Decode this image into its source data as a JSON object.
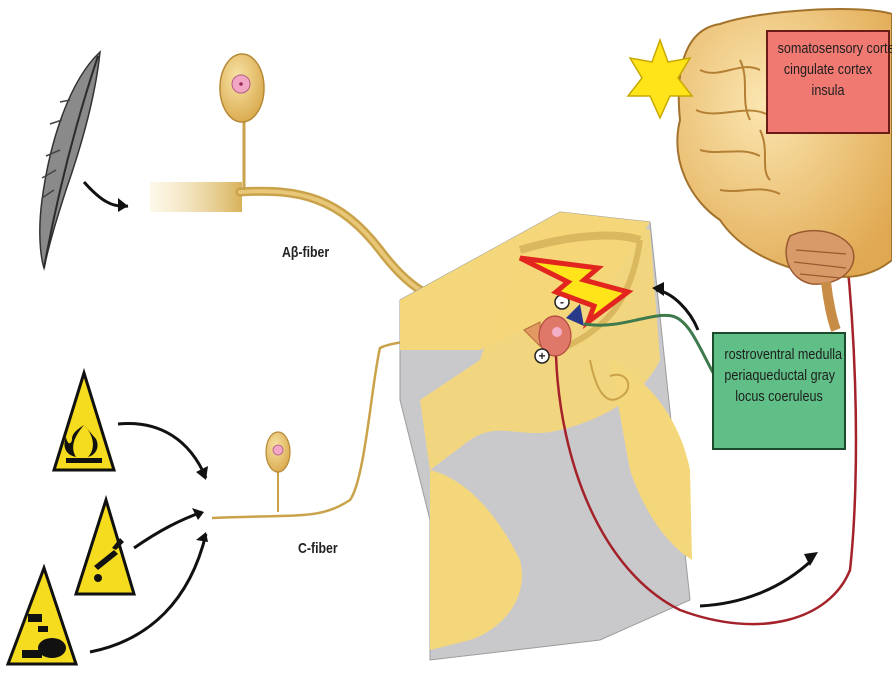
{
  "labels": {
    "abeta_fiber": "Aβ-fiber",
    "c_fiber": "C-fiber"
  },
  "brain_regions": [
    "somatosensory cortex",
    "cingulate cortex",
    "insula"
  ],
  "brainstem_regions": [
    "rostroventral medulla",
    "periaqueductal gray",
    "locus coeruleus"
  ],
  "synapse_signs": {
    "excitatory": "+",
    "inhibitory": "-"
  },
  "icons": [
    "feather-icon",
    "fire-hazard-icon",
    "sharp-object-hazard-icon",
    "corrosive-hazard-icon",
    "star-icon",
    "lightning-bolt-icon",
    "brain-icon",
    "spinal-cord-icon"
  ],
  "colors": {
    "fiber": "#c9a24a",
    "soma": "#e9c77a",
    "nucleus": "#f1a6c4",
    "cord_gray": "#c9c9cc",
    "cord_yellow": "#f4d77a",
    "ascending_path": "#a4222a",
    "descending_path": "#3e7a4c",
    "cortex_box": "#f07a72",
    "brainstem_box": "#5fbf86",
    "bolt_fill": "#ffe41a",
    "bolt_stroke": "#e2261f",
    "star": "#ffe41a",
    "hazard_yellow": "#f5dc1e"
  }
}
